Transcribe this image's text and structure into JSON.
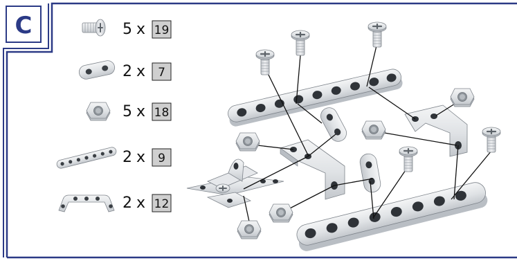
{
  "step": {
    "label": "C"
  },
  "colors": {
    "frame": "#2b3a86",
    "badge_bg": "#ffffff",
    "part_fill": "#e3e6e9",
    "part_shade": "#b9bec4",
    "part_stroke": "#7e848b",
    "number_box": "#cfcfcf",
    "line": "#111111"
  },
  "parts": [
    {
      "icon": "screw-icon",
      "quantity": "5",
      "multiplier": "x",
      "part_number": "19"
    },
    {
      "icon": "short-plate-icon",
      "quantity": "2",
      "multiplier": "x",
      "part_number": "7"
    },
    {
      "icon": "hex-nut-icon",
      "quantity": "5",
      "multiplier": "x",
      "part_number": "18"
    },
    {
      "icon": "long-strip-icon",
      "quantity": "2",
      "multiplier": "x",
      "part_number": "9"
    },
    {
      "icon": "bent-bracket-icon",
      "quantity": "2",
      "multiplier": "x",
      "part_number": "12"
    }
  ]
}
